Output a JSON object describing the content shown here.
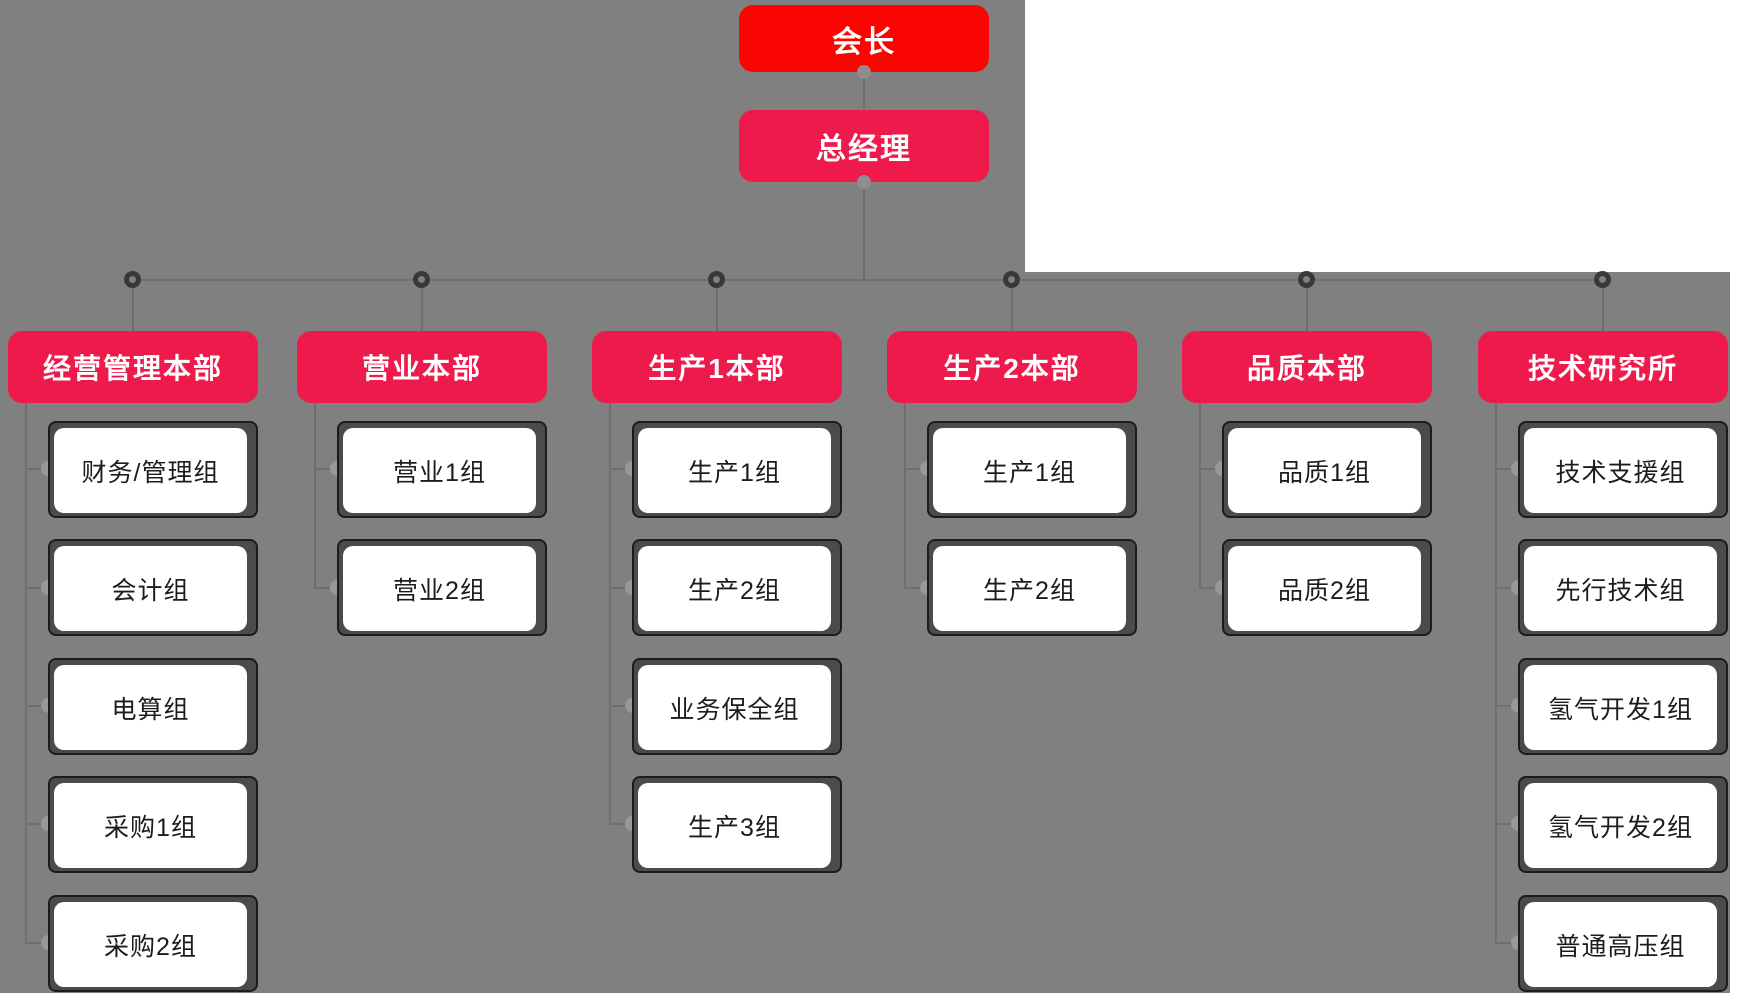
{
  "org": {
    "root": "会长",
    "vice": "总经理",
    "columns": [
      {
        "title": "经营管理本部",
        "groups": [
          "财务/管理组",
          "会计组",
          "电算组",
          "采购1组",
          "采购2组"
        ]
      },
      {
        "title": "营业本部",
        "groups": [
          "营业1组",
          "营业2组"
        ]
      },
      {
        "title": "生产1本部",
        "groups": [
          "生产1组",
          "生产2组",
          "业务保全组",
          "生产3组"
        ]
      },
      {
        "title": "生产2本部",
        "groups": [
          "生产1组",
          "生产2组"
        ]
      },
      {
        "title": "品质本部",
        "groups": [
          "品质1组",
          "品质2组"
        ]
      },
      {
        "title": "技术研究所",
        "groups": [
          "技术支援组",
          "先行技术组",
          "氢气开发1组",
          "氢气开发2组",
          "普通高压组"
        ]
      }
    ]
  },
  "colors": {
    "chairman_red": "#fb0502",
    "department_crimson": "#ee1a4c",
    "canvas_gray": "#808080",
    "connector_gray": "#6f6f6f"
  },
  "icons": {
    "branch_node": "ring-icon",
    "connector": "dot-icon"
  }
}
